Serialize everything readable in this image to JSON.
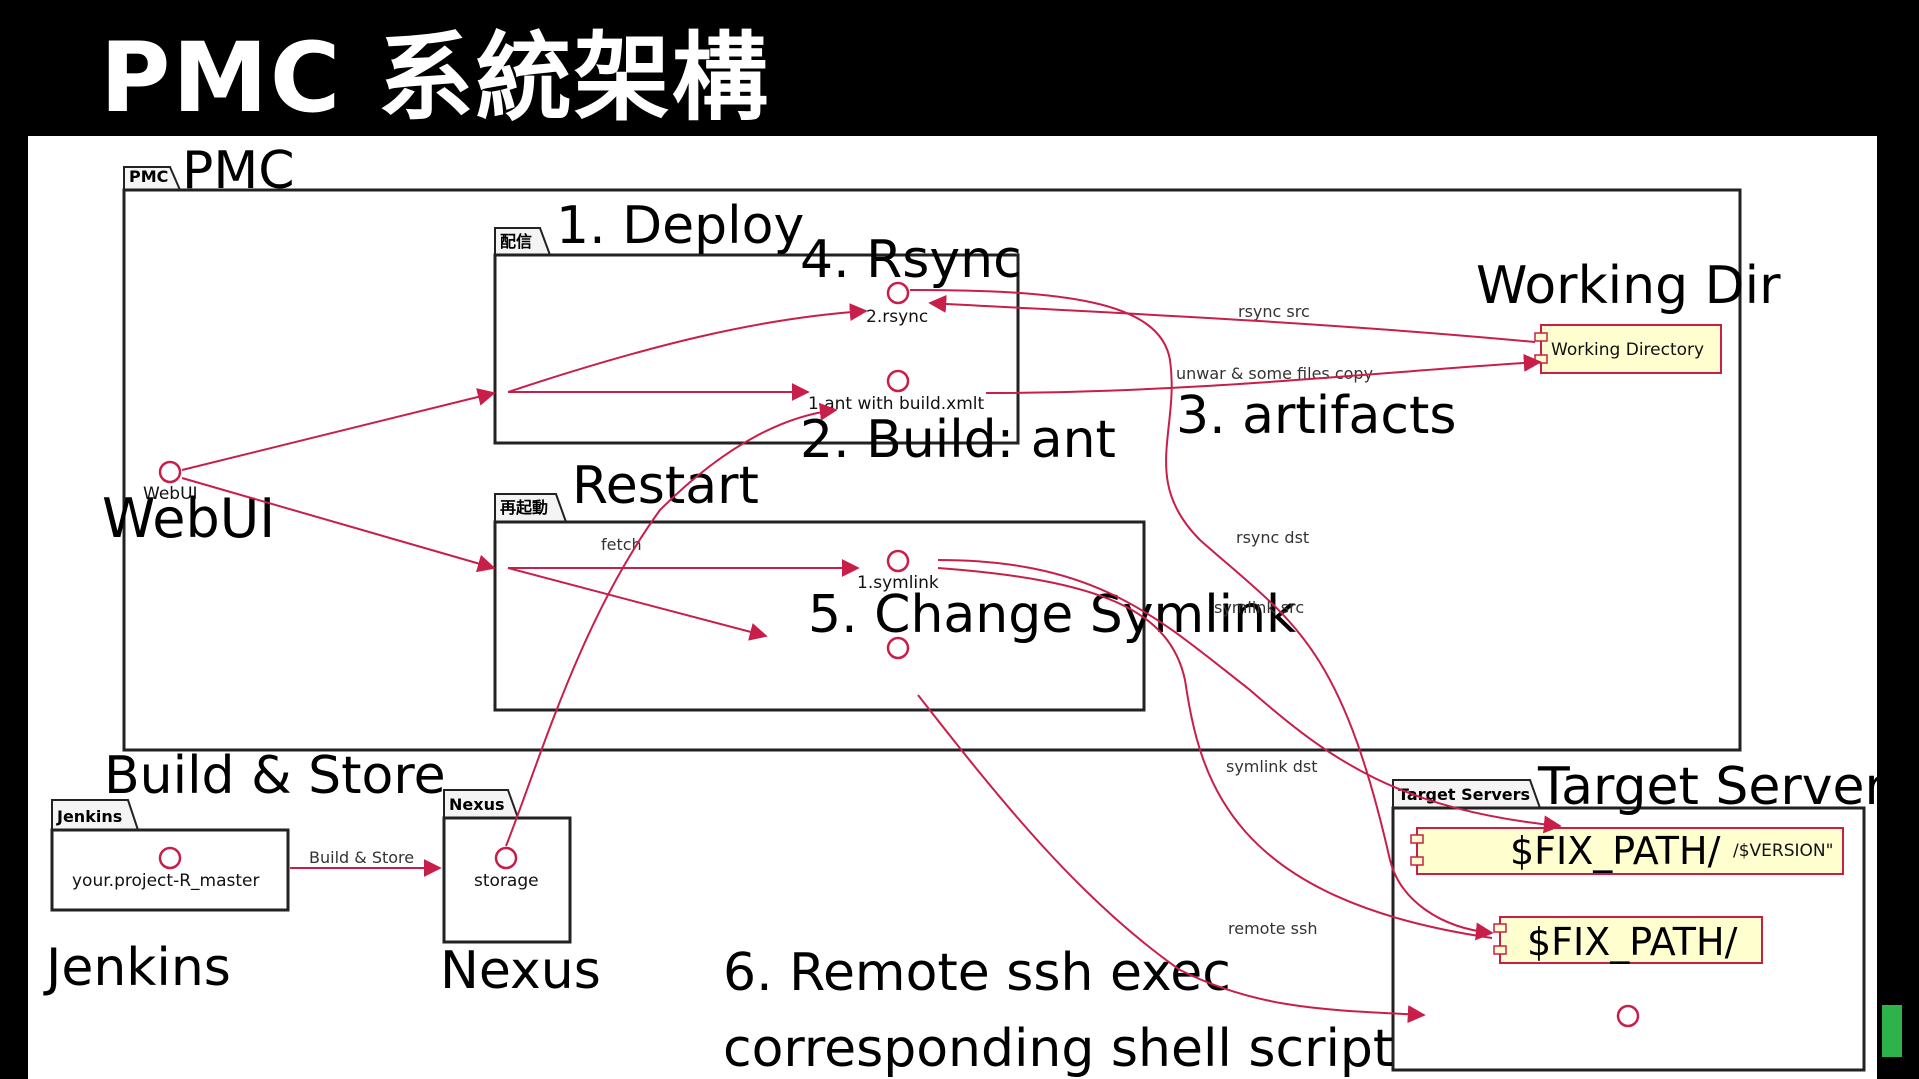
{
  "slide": {
    "title": "PMC 系統架構"
  },
  "colors": {
    "background": "#000000",
    "canvas": "#ffffff",
    "arrow": "#c81e4a",
    "component_fill": "#fefecf",
    "accent": "#2db34a"
  },
  "packages": {
    "pmc": {
      "tab": "PMC",
      "caption": "PMC"
    },
    "deploy": {
      "tab": "配信",
      "caption": "1. Deploy"
    },
    "restart": {
      "tab": "再起動",
      "caption": "Restart"
    },
    "jenkins": {
      "tab": "Jenkins",
      "caption": "Jenkins",
      "caption_above": "Build & Store"
    },
    "nexus": {
      "tab": "Nexus",
      "caption": "Nexus"
    },
    "target": {
      "tab": "Target Servers",
      "caption": "Target Server"
    }
  },
  "nodes": {
    "webui": {
      "label": "WebUI",
      "caption": "WebUI"
    },
    "rsync": {
      "label": "2.rsync",
      "caption": "4. Rsync"
    },
    "ant": {
      "label": "1.ant with build.xmlt",
      "caption": "2. Build: ant"
    },
    "symlink": {
      "label": "1.symlink",
      "caption": "5. Change Symlink"
    },
    "jenkins_job": {
      "label": "your.project-R_master"
    },
    "storage": {
      "label": "storage"
    },
    "working_dir": {
      "label": "Working Directory",
      "caption": "Working Dir"
    },
    "fix_path_version": {
      "label": "$FIX_PATH/",
      "suffix": "/$VERSION\""
    },
    "fix_path": {
      "label": "$FIX_PATH/"
    }
  },
  "edge_labels": {
    "rsync_src": "rsync src",
    "unwar": "unwar & some files copy",
    "artifacts": "3. artifacts",
    "rsync_dst": "rsync dst",
    "symlink_src": "symlink src",
    "symlink_dst": "symlink dst",
    "remote_ssh": "remote ssh",
    "fetch": "fetch",
    "build_store": "Build & Store"
  },
  "captions": {
    "remote_exec_line1": "6. Remote ssh exec",
    "remote_exec_line2": "corresponding shell script"
  }
}
